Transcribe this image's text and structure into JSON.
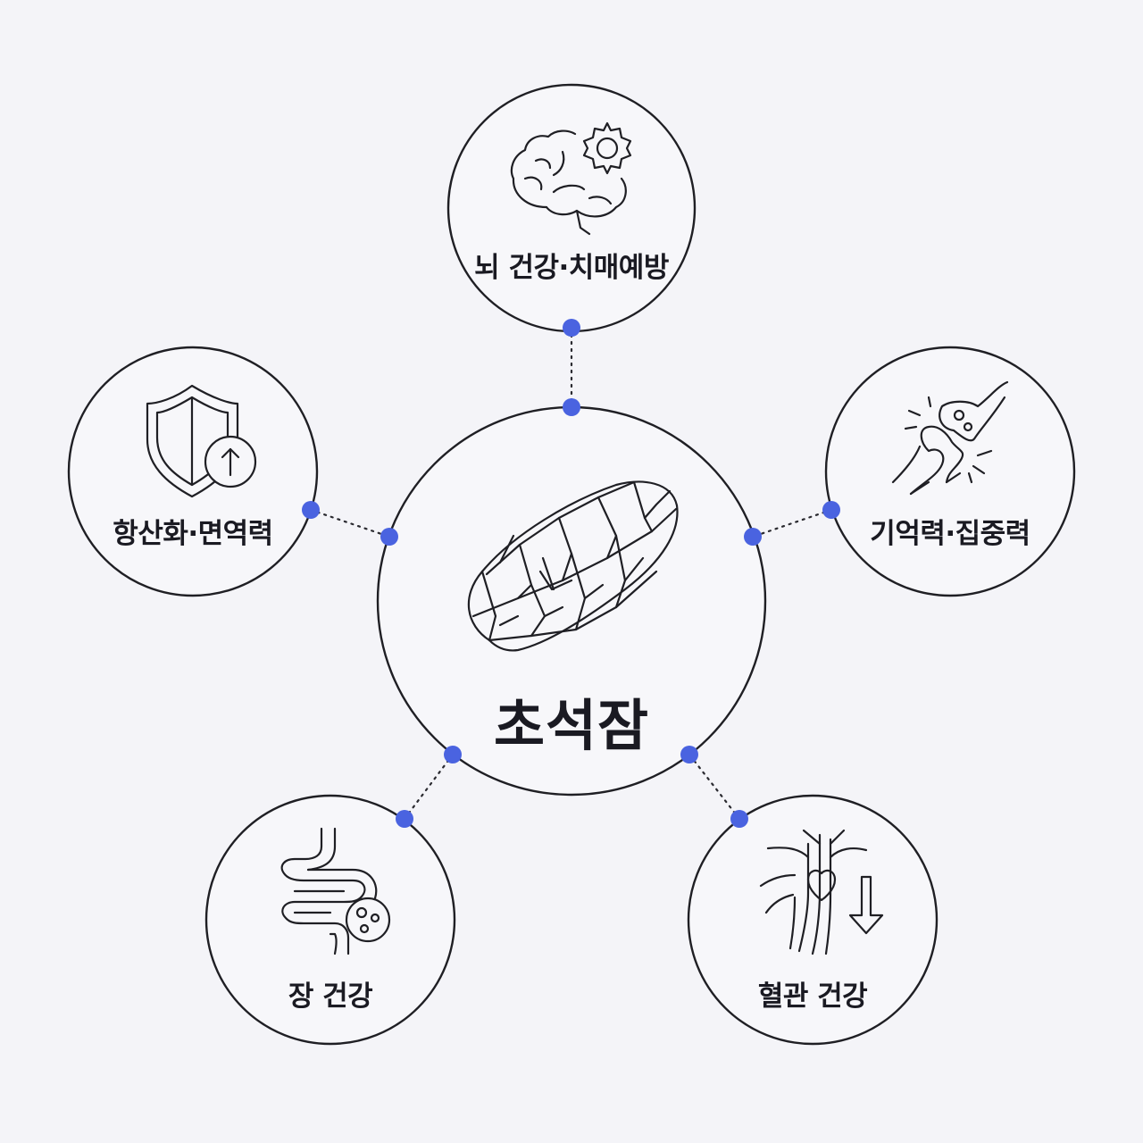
{
  "center": {
    "title": "초석잠"
  },
  "benefits": [
    {
      "label": "뇌 건강·치매예방",
      "icon": "brain-gear-icon"
    },
    {
      "label": "기억력·집중력",
      "icon": "neuron-synapse-icon"
    },
    {
      "label": "혈관 건강",
      "icon": "blood-vessel-heart-icon"
    },
    {
      "label": "장 건강",
      "icon": "intestine-icon"
    },
    {
      "label": "항산화·면역력",
      "icon": "shield-up-icon"
    }
  ],
  "colors": {
    "background": "#f4f4f8",
    "stroke": "#1f1f24",
    "accent_dot": "#4a63e0"
  }
}
